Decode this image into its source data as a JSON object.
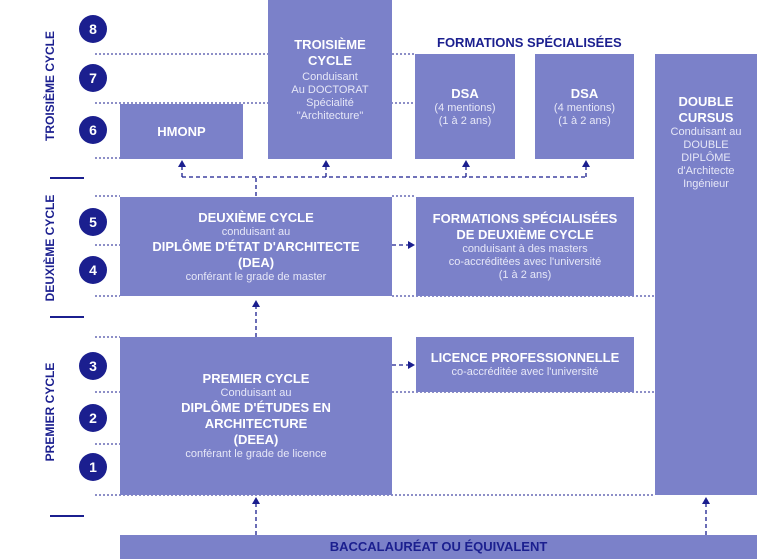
{
  "cycle_labels": {
    "third": "TROISIÈME CYCLE",
    "second": "DEUXIÈME CYCLE",
    "first": "PREMIER CYCLE"
  },
  "levels": [
    "8",
    "7",
    "6",
    "5",
    "4",
    "3",
    "2",
    "1"
  ],
  "formations_title": "FORMATIONS SPÉCIALISÉES",
  "hmonp": "HMONP",
  "troisieme": {
    "title1": "TROISIÈME",
    "title2": "CYCLE",
    "l1": "Conduisant",
    "l2": "Au DOCTORAT",
    "l3": "Spécialité",
    "l4": "\"Architecture\""
  },
  "dsa1": {
    "title": "DSA",
    "l1": "(4 mentions)",
    "l2": "(1 à 2 ans)"
  },
  "dsa2": {
    "title": "DSA",
    "l1": "(4 mentions)",
    "l2": "(1 à 2 ans)"
  },
  "double": {
    "t1": "DOUBLE",
    "t2": "CURSUS",
    "l1": "Conduisant au",
    "l2": "DOUBLE",
    "l3": "DIPLÔME",
    "l4": "d'Architecte",
    "l5": "Ingénieur"
  },
  "deuxieme": {
    "title": "DEUXIÈME CYCLE",
    "l1": "conduisant au",
    "l2": "DIPLÔME D'ÉTAT D'ARCHITECTE",
    "l3": "(DEA)",
    "l4": "conférant le grade de master"
  },
  "fs2": {
    "t1": "FORMATIONS SPÉCIALISÉES",
    "t2": "DE DEUXIÈME CYCLE",
    "l1": "conduisant à des masters",
    "l2": "co-accréditées avec l'université",
    "l3": "(1 à 2 ans)"
  },
  "premier": {
    "title": "PREMIER CYCLE",
    "l1": "Conduisant au",
    "l2": "DIPLÔME D'ÉTUDES EN",
    "l3": "ARCHITECTURE",
    "l4": "(DEEA)",
    "l5": "conférant le grade de licence"
  },
  "licence": {
    "title": "LICENCE PROFESSIONNELLE",
    "l1": "co-accréditée avec l'université"
  },
  "bac": "BACCALAURÉAT OU ÉQUIVALENT",
  "colors": {
    "box": "#7b81c9",
    "dark": "#1b1f8f"
  }
}
